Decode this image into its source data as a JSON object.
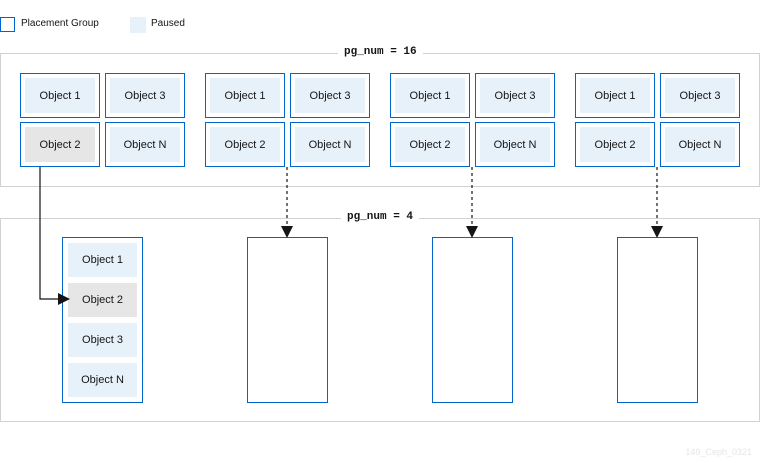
{
  "legend": {
    "placement_group_label": "Placement Group",
    "paused_label": "Paused"
  },
  "colors": {
    "pg_border": "#0066cc",
    "paused_fill": "#e7f1fa",
    "moving_fill": "#e6e6e6",
    "panel_border": "#d2d2d2"
  },
  "top_panel": {
    "title": "pg_num = 16",
    "groups": [
      {
        "objects": [
          "Object 1",
          "Object 3",
          "Object 2",
          "Object N"
        ]
      },
      {
        "objects": [
          "Object 1",
          "Object 3",
          "Object 2",
          "Object N"
        ]
      },
      {
        "objects": [
          "Object 1",
          "Object 3",
          "Object 2",
          "Object N"
        ]
      },
      {
        "objects": [
          "Object 1",
          "Object 3",
          "Object 2",
          "Object N"
        ]
      }
    ]
  },
  "bottom_panel": {
    "title": "pg_num = 4",
    "merged_group": {
      "objects": [
        "Object 1",
        "Object 2",
        "Object 3",
        "Object N"
      ]
    }
  },
  "watermark": "149_Ceph_0321"
}
